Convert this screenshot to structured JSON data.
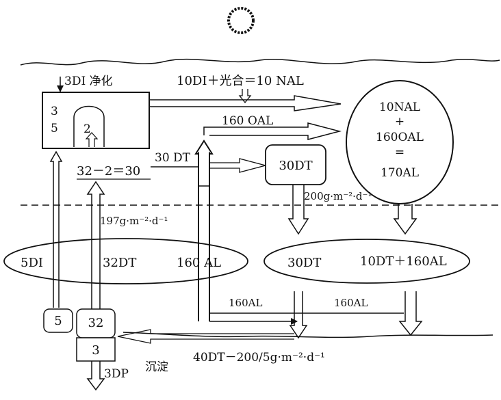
{
  "labels": {
    "purify": "3DI 净化",
    "photosynthesis_eq": "10DI＋光合＝10 NAL",
    "box_num_a": "3",
    "box_num_b": "5",
    "box_num_c": "2",
    "box_eq": "32－2＝30",
    "circle_line1": "10NAL",
    "circle_plus": "+",
    "circle_line2": "160OAL",
    "circle_eq": "=",
    "circle_line3": "170AL",
    "oal_160": "160 OAL",
    "dt_30_arrow": "30 DT",
    "dt_30_box": "30DT",
    "flux_200": "200g·m⁻²·d⁻¹",
    "flux_197": "197g·m⁻²·d⁻¹",
    "ellipse_left_5di": "5DI",
    "ellipse_left_32dt": "32DT",
    "ellipse_left_160al": "160 AL",
    "ellipse_right_30dt": "30DT",
    "ellipse_right_sum": "10DT＋160AL",
    "al_160_a": "160AL",
    "al_160_b": "160AL",
    "bottom_5": "5",
    "bottom_32": "32",
    "bottom_3": "3",
    "bottom_3dp": "3DP",
    "sediment": "沉淀",
    "bottom_flux": "40DT－200/5g·m⁻²·d⁻¹"
  }
}
